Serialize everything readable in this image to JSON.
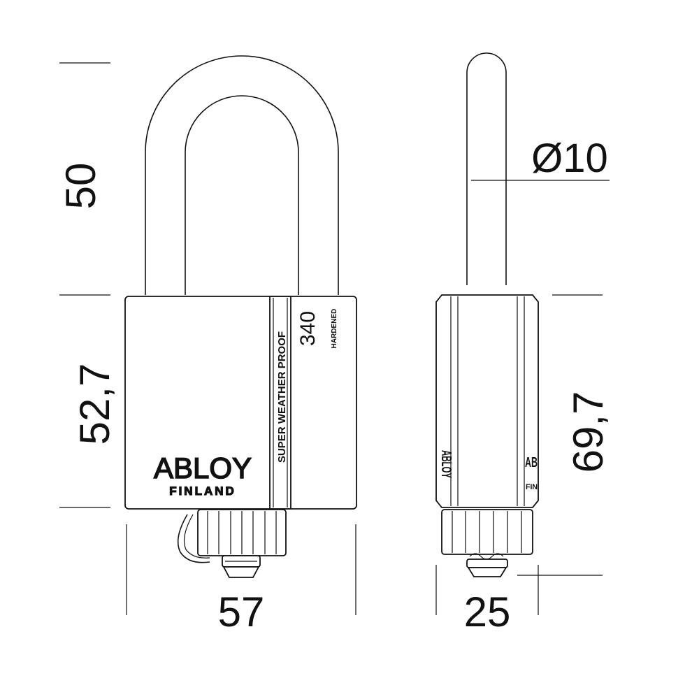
{
  "dimensions": {
    "shackle_height": "50",
    "body_height": "52,7",
    "body_width": "57",
    "shackle_diameter": "Ø10",
    "total_height": "69,7",
    "depth": "25"
  },
  "front_view": {
    "brand": "ABLOY",
    "country": "FINLAND",
    "band_text": "SUPER WEATHER PROOF",
    "model": "340",
    "shackle_mark": "HARDENED"
  },
  "side_view": {
    "left_fragment": "ABLOY",
    "right_fragment_top": "AB",
    "right_fragment_bottom": "FIN"
  },
  "colors": {
    "line": "#111111",
    "background": "#ffffff"
  }
}
